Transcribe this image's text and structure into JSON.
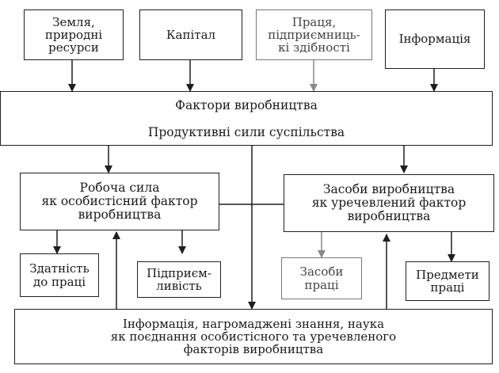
{
  "inputs": {
    "land": "Земля,\nприродні\nресурси",
    "capital": "Капітал",
    "labour": "Праця,\nпідприємниць-\nкі здібності",
    "information": "Інформація"
  },
  "factors_bar": "Фактори виробництва",
  "forces_bar": "Продуктивні сили суспільства",
  "workforce": "Робоча сила\nяк особистісний фактор\nвиробництва",
  "means_of_production": "Засоби виробництва\nяк уречевлений фактор\nвиробництва",
  "ability_to_work": "Здатність\nдо праці",
  "entrepreneurship": "Підприєм-\nливість",
  "means_of_labour": "Засоби\nпраці",
  "objects_of_labour": "Предмети\nпраці",
  "science": "Інформація, нагромаджені знання, наука\nяк поєднання особистісного та уречевленого\nфакторів виробництва"
}
